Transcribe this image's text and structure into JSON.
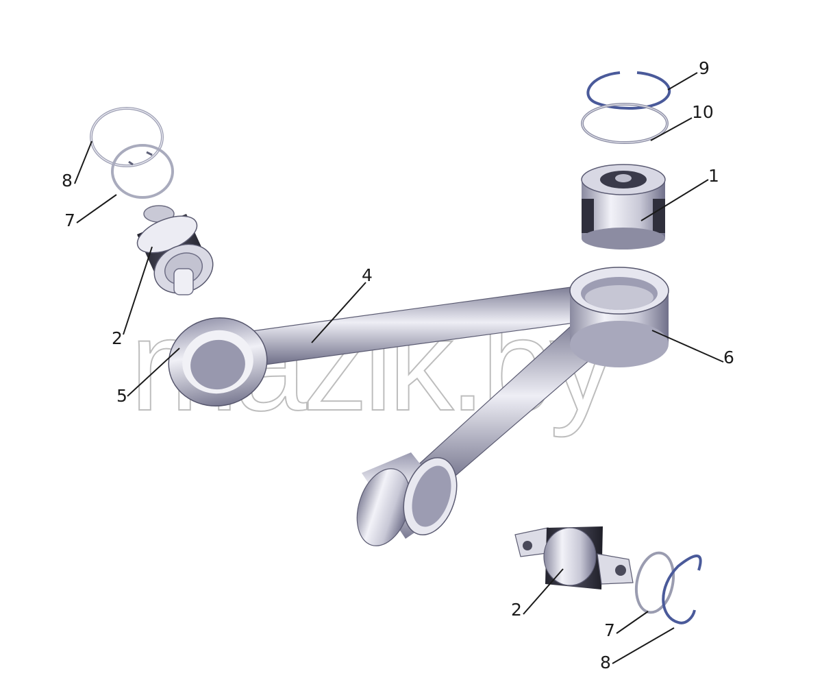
{
  "watermark": "mazik.by",
  "parts": {
    "p1": {
      "label": "1",
      "name": "central-bushing"
    },
    "p2a": {
      "label": "2",
      "name": "rubber-metal-joint"
    },
    "p2b": {
      "label": "2",
      "name": "rubber-metal-joint"
    },
    "p4": {
      "label": "4",
      "name": "connecting-rod-long"
    },
    "p5": {
      "label": "5",
      "name": "rod-end-eye"
    },
    "p6": {
      "label": "6",
      "name": "central-housing"
    },
    "p7a": {
      "label": "7",
      "name": "retaining-ring"
    },
    "p7b": {
      "label": "7",
      "name": "retaining-ring"
    },
    "p8a": {
      "label": "8",
      "name": "snap-ring"
    },
    "p8b": {
      "label": "8",
      "name": "snap-ring"
    },
    "p9": {
      "label": "9",
      "name": "snap-ring-top"
    },
    "p10": {
      "label": "10",
      "name": "retaining-ring-top"
    }
  },
  "colors": {
    "metal_light": "#e6e6f0",
    "metal_mid": "#b9b9c9",
    "metal_dark": "#6d6d82",
    "rubber": "#2e2e3a",
    "ring_blue": "#4a5a9a",
    "ring_grey": "#a6a8b8"
  }
}
